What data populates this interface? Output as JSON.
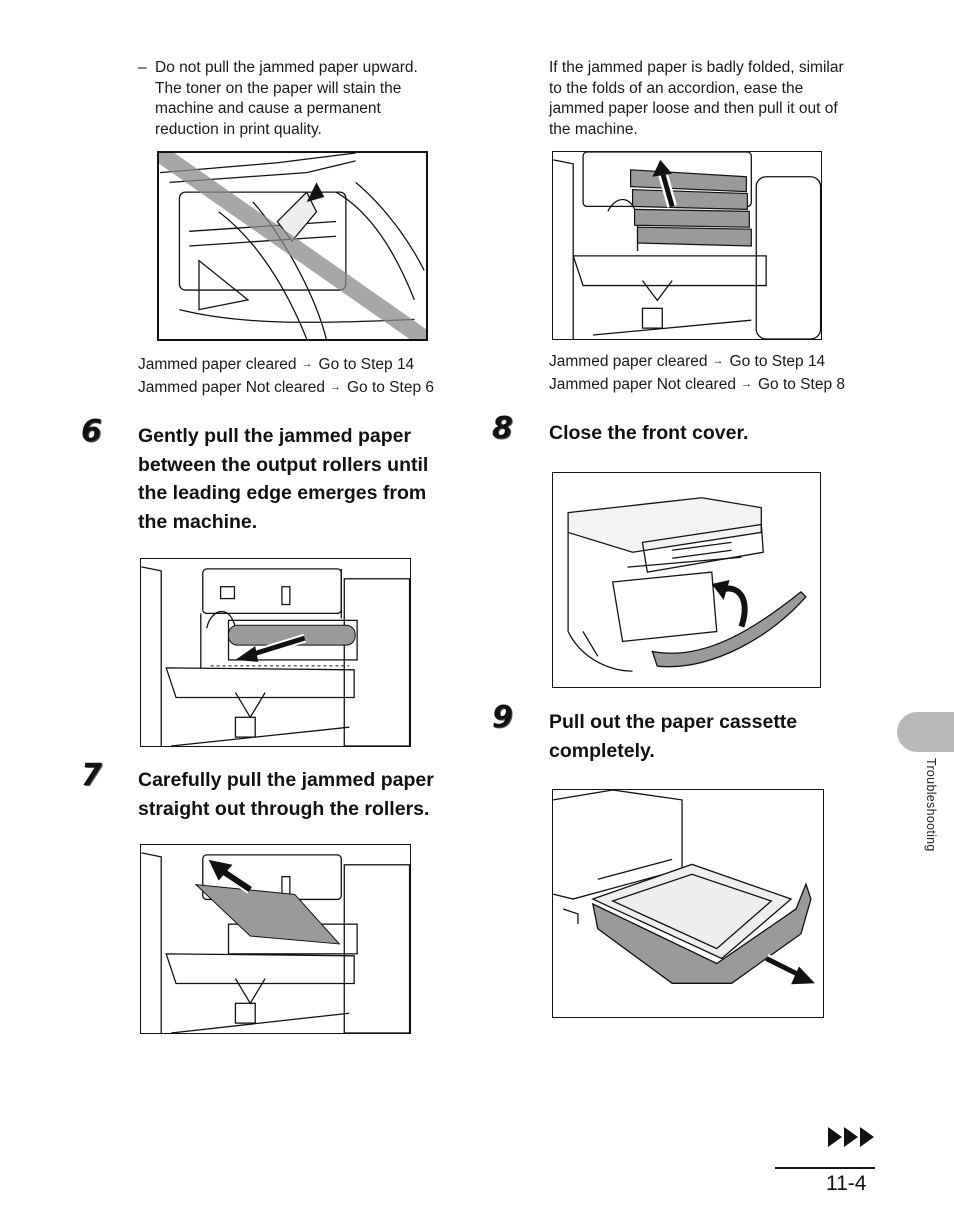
{
  "left_note": {
    "dash": "–",
    "lines": [
      "Do not pull the jammed paper upward.",
      "The toner on the paper will stain the",
      "machine and cause a permanent",
      "reduction in print quality."
    ]
  },
  "right_note": {
    "lines": [
      "If the jammed paper is badly folded, similar",
      "to the folds of an accordion, ease the",
      "jammed paper loose and then pull it out of",
      "the machine."
    ]
  },
  "left_results": {
    "cleared_label": "Jammed paper cleared",
    "cleared_target": "Go to Step 14",
    "not_cleared_label": "Jammed paper Not cleared",
    "not_cleared_target": "Go to Step 6"
  },
  "right_results": {
    "cleared_label": "Jammed paper cleared",
    "cleared_target": "Go to Step 14",
    "not_cleared_label": "Jammed paper Not cleared",
    "not_cleared_target": "Go to Step 8"
  },
  "arrow_glyph": "→",
  "steps": [
    {
      "number": "6",
      "lines": [
        "Gently pull the jammed paper",
        "between the output rollers until",
        "the leading edge emerges from",
        "the machine."
      ]
    },
    {
      "number": "7",
      "lines": [
        "Carefully pull the jammed paper",
        "straight out through the rollers."
      ]
    },
    {
      "number": "8",
      "lines": [
        "Close the front cover."
      ]
    },
    {
      "number": "9",
      "lines": [
        "Pull out the paper cassette",
        "completely."
      ]
    }
  ],
  "side_tab": {
    "label": "Troubleshooting",
    "color": "#b9b9b9"
  },
  "footer": {
    "page_number": "11-4"
  },
  "colors": {
    "text": "#111111",
    "paper_gray": "#9a9a9a",
    "prohibit_stripe": "#8a8a8a"
  }
}
